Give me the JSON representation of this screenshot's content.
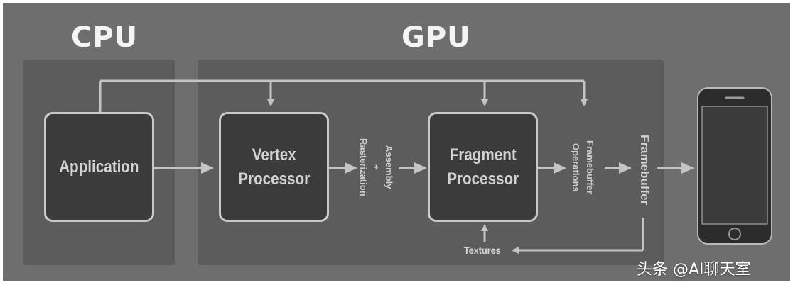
{
  "diagram": {
    "colors": {
      "background": "#6e6e6e",
      "region": "#5c5c5c",
      "box_fill": "#3b3b3b",
      "box_border": "#c9c9c9",
      "arrow": "#c4c4c4",
      "text": "#f4f4f4"
    },
    "sections": {
      "cpu_title": "CPU",
      "gpu_title": "GPU"
    },
    "boxes": {
      "application": "Application",
      "vertex_processor_line1": "Vertex",
      "vertex_processor_line2": "Processor",
      "fragment_processor_line1": "Fragment",
      "fragment_processor_line2": "Processor"
    },
    "stages": {
      "rasterization": "Rasterization",
      "plus": "+",
      "assembly": "Assembly",
      "operations": "Operations",
      "framebuffer_small": "Framebuffer",
      "framebuffer": "Framebuffer",
      "textures": "Textures"
    },
    "device_icon": "smartphone-icon",
    "watermark": "头条 @AI聊天室"
  }
}
